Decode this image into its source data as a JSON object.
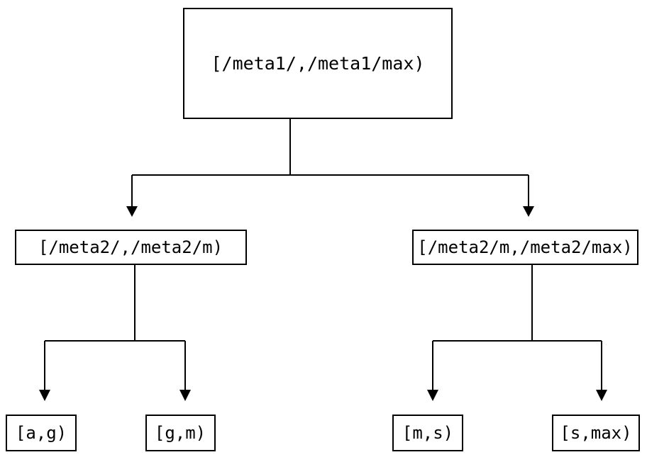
{
  "diagram": {
    "type": "tree",
    "title": "",
    "orientation": "top-down",
    "background_color": "#ffffff",
    "line_color": "#000000",
    "text_color": "#000000",
    "nodes": {
      "root": {
        "label": "[/meta1/,/meta1/max)",
        "level": 0
      },
      "mid_left": {
        "label": "[/meta2/,/meta2/m)",
        "level": 1
      },
      "mid_right": {
        "label": "[/meta2/m,/meta2/max)",
        "level": 1
      },
      "leaf_1": {
        "label": "[a,g)",
        "level": 2
      },
      "leaf_2": {
        "label": "[g,m)",
        "level": 2
      },
      "leaf_3": {
        "label": "[m,s)",
        "level": 2
      },
      "leaf_4": {
        "label": "[s,max)",
        "level": 2
      }
    },
    "edges": [
      {
        "from": "root",
        "to": "mid_left",
        "arrow": "down"
      },
      {
        "from": "root",
        "to": "mid_right",
        "arrow": "down"
      },
      {
        "from": "mid_left",
        "to": "leaf_1",
        "arrow": "down"
      },
      {
        "from": "mid_left",
        "to": "leaf_2",
        "arrow": "down"
      },
      {
        "from": "mid_right",
        "to": "leaf_3",
        "arrow": "down"
      },
      {
        "from": "mid_right",
        "to": "leaf_4",
        "arrow": "down"
      }
    ]
  }
}
